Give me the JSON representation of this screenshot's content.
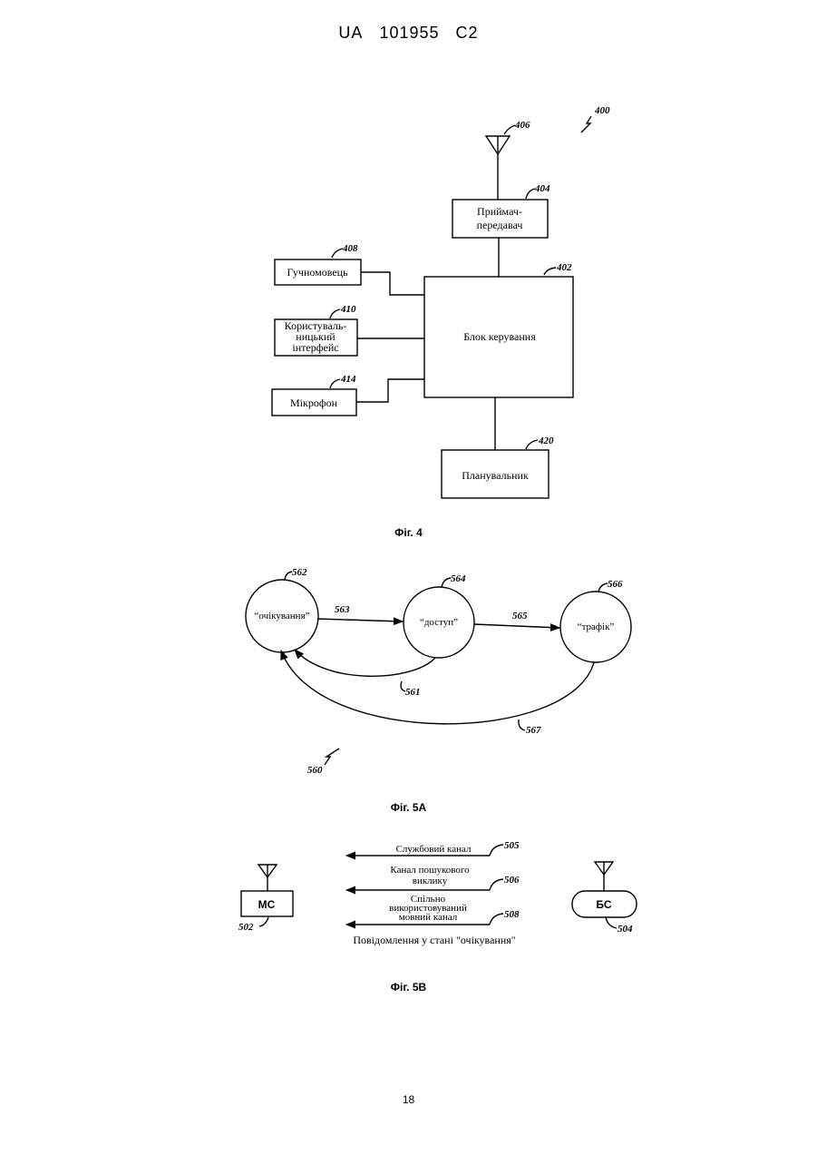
{
  "header": {
    "country": "UA",
    "number": "101955",
    "kind": "C2"
  },
  "fig4": {
    "ref_main": "400",
    "antenna_ref": "406",
    "transceiver": {
      "ref": "404",
      "line1": "Приймач-",
      "line2": "передавач"
    },
    "control": {
      "ref": "402",
      "label": "Блок керування"
    },
    "speaker": {
      "ref": "408",
      "label": "Гучномовець"
    },
    "ui": {
      "ref": "410",
      "line1": "Користуваль-",
      "line2": "ницький",
      "line3": "інтерфейс"
    },
    "mic": {
      "ref": "414",
      "label": "Мікрофон"
    },
    "scheduler": {
      "ref": "420",
      "label": "Планувальник"
    },
    "caption": "Фіг. 4"
  },
  "fig5a": {
    "ref_main": "560",
    "idle": {
      "ref": "562",
      "label": "“очікування”"
    },
    "access": {
      "ref": "564",
      "label": "“доступ”"
    },
    "traffic": {
      "ref": "566",
      "label": "“трафік”"
    },
    "t563": "563",
    "t565": "565",
    "t561": "561",
    "t567": "567",
    "caption": "Фіг. 5A"
  },
  "fig5b": {
    "ms": {
      "label": "МС",
      "ref": "502"
    },
    "bs": {
      "label": "БС",
      "ref": "504"
    },
    "ch1": {
      "label": "Службовий канал",
      "ref": "505"
    },
    "ch2": {
      "line1": "Канал пошукового",
      "line2": "виклику",
      "ref": "506"
    },
    "ch3": {
      "line1": "Спільно",
      "line2": "використовуваний",
      "line3": "мовний канал",
      "ref": "508"
    },
    "footer": "Повідомлення у стані \"очікування\"",
    "caption": "Фіг. 5B"
  },
  "page_number": "18"
}
